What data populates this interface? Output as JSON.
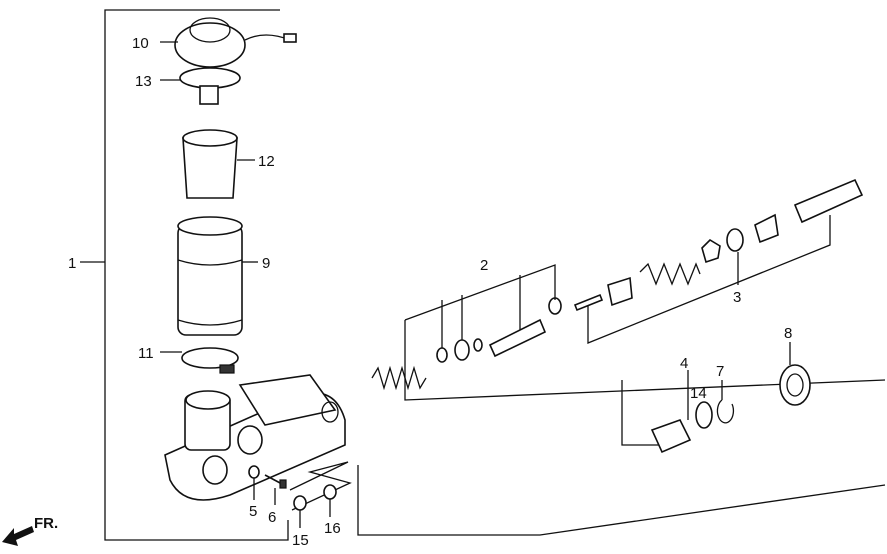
{
  "title": "Master Cylinder Parts Diagram",
  "callouts": {
    "c1": "1",
    "c2": "2",
    "c3": "3",
    "c4": "4",
    "c5": "5",
    "c6": "6",
    "c7": "7",
    "c8": "8",
    "c9": "9",
    "c10": "10",
    "c11": "11",
    "c12": "12",
    "c13": "13",
    "c14": "14",
    "c15": "15",
    "c16": "16"
  },
  "direction_label": "FR."
}
